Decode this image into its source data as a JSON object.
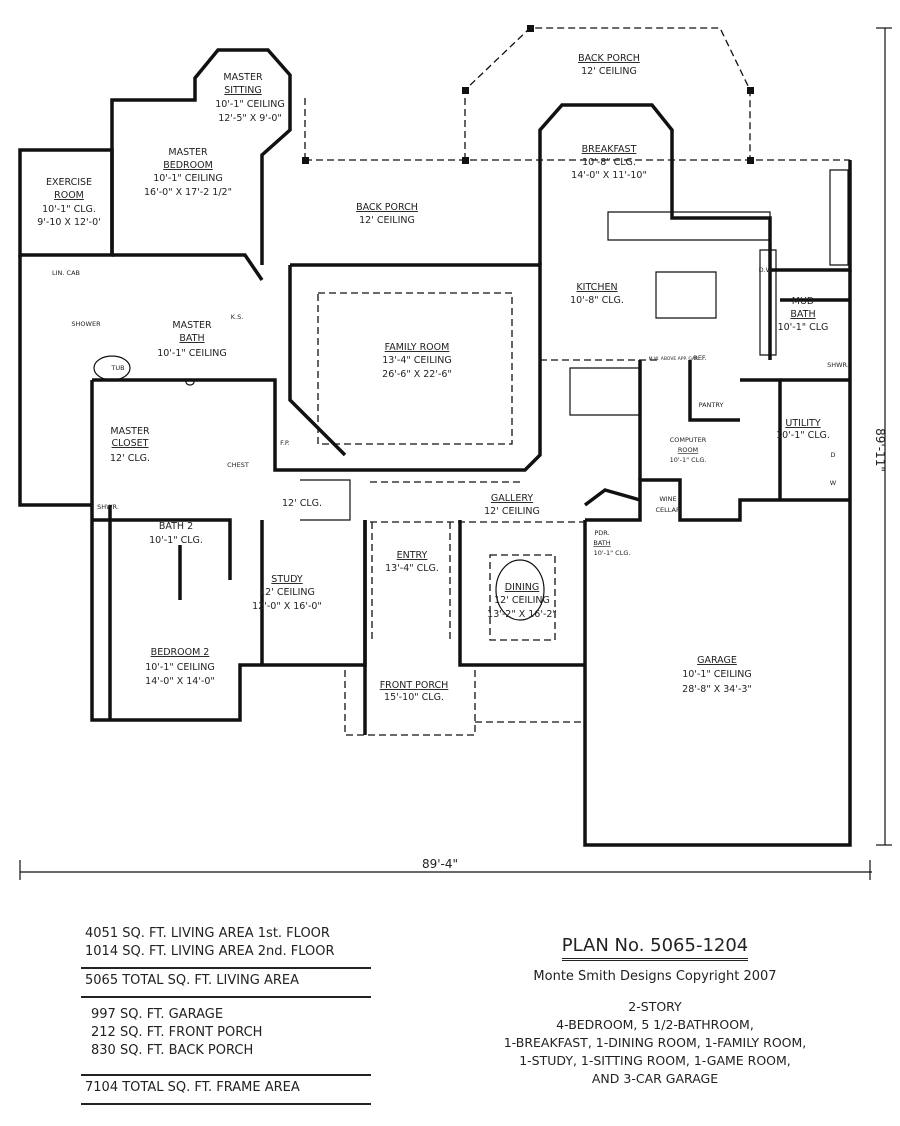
{
  "rooms": {
    "master_sitting": {
      "name_1": "MASTER",
      "name_2": "SITTING",
      "ceiling": "10'-1\" CEILING",
      "size": "12'-5\" X 9'-0\""
    },
    "master_bedroom": {
      "name_1": "MASTER",
      "name_2": "BEDROOM",
      "ceiling": "10'-1\" CEILING",
      "size": "16'-0\" X 17'-2 1/2\""
    },
    "exercise_room": {
      "name_1": "EXERCISE",
      "name_2": "ROOM",
      "ceiling": "10'-1\" CLG.",
      "size": "9'-10 X 12'-0'"
    },
    "back_porch_top": {
      "name": "BACK PORCH",
      "ceiling": "12' CEILING"
    },
    "back_porch_left": {
      "name": "BACK PORCH",
      "ceiling": "12' CEILING"
    },
    "breakfast": {
      "name": "BREAKFAST",
      "ceiling": "10'-8\" CLG.",
      "size": "14'-0\" X 11'-10\""
    },
    "kitchen": {
      "name": "KITCHEN",
      "ceiling": "10'-8\" CLG."
    },
    "mud_bath": {
      "name_1": "MUD",
      "name_2": "BATH",
      "ceiling": "10'-1\" CLG"
    },
    "family_room": {
      "name": "FAMILY ROOM",
      "ceiling": "13'-4\" CEILING",
      "size": "26'-6\" X 22'-6\""
    },
    "master_bath": {
      "name_1": "MASTER",
      "name_2": "BATH",
      "ceiling": "10'-1\" CEILING"
    },
    "master_closet": {
      "name_1": "MASTER",
      "name_2": "CLOSET",
      "ceiling": "12' CLG."
    },
    "pantry": {
      "name": "PANTRY"
    },
    "utility": {
      "name": "UTILITY",
      "ceiling": "10'-1\" CLG."
    },
    "computer_room": {
      "name_1": "COMPUTER",
      "name_2": "ROOM",
      "ceiling": "10'-1\" CLG."
    },
    "wine_cellar": {
      "name_1": "WINE",
      "name_2": "CELLAR"
    },
    "gallery": {
      "name": "GALLERY",
      "ceiling": "12' CEILING"
    },
    "hall": {
      "ceiling": "12' CLG."
    },
    "bath_2": {
      "name": "BATH 2",
      "ceiling": "10'-1\" CLG."
    },
    "pdr_bath": {
      "name_1": "PDR.",
      "name_2": "BATH",
      "ceiling": "10'-1\" CLG."
    },
    "entry": {
      "name": "ENTRY",
      "ceiling": "13'-4\" CLG."
    },
    "dining": {
      "name": "DINING",
      "ceiling": "12' CEILING",
      "size": "13'-2\" X 16'-2\""
    },
    "study": {
      "name": "STUDY",
      "ceiling": "12' CEILING",
      "size": "12'-0\" X 16'-0\""
    },
    "garage": {
      "name": "GARAGE",
      "ceiling": "10'-1\" CEILING",
      "size": "28'-8\" X 34'-3\""
    },
    "bedroom_2": {
      "name": "BEDROOM 2",
      "ceiling": "10'-1\" CEILING",
      "size": "14'-0\" X 14'-0\""
    },
    "front_porch": {
      "name": "FRONT PORCH",
      "ceiling": "15'-10\" CLG."
    }
  },
  "fixtures": {
    "lin_cab": "LIN. CAB",
    "shower": "SHOWER",
    "tub": "TUB",
    "ks": "K.S.",
    "fp": "F.P.",
    "chest": "CHEST",
    "shwr": "SHWR.",
    "ref": "REF.",
    "mw": "M.W. ABOVE APP. GAR.",
    "dw": "D.W.",
    "d": "D",
    "w": "W"
  },
  "dimensions": {
    "width": "89'-4\"",
    "depth": "89'-11\""
  },
  "stats": {
    "first_floor": "4051 SQ. FT. LIVING AREA 1st. FLOOR",
    "second_floor": "1014 SQ. FT. LIVING AREA 2nd. FLOOR",
    "total_living": "5065 TOTAL SQ. FT. LIVING AREA",
    "garage": "997 SQ. FT. GARAGE",
    "front_porch": "212 SQ. FT. FRONT PORCH",
    "back_porch": "830 SQ. FT. BACK PORCH",
    "total_frame": "7104 TOTAL SQ. FT. FRAME AREA"
  },
  "plan": {
    "number": "PLAN No. 5065-1204",
    "copyright": "Monte Smith Designs Copyright 2007",
    "desc": [
      "2-STORY",
      "4-BEDROOM, 5 1/2-BATHROOM,",
      "1-BREAKFAST, 1-DINING ROOM, 1-FAMILY ROOM,",
      "1-STUDY, 1-SITTING ROOM, 1-GAME ROOM,",
      "AND 3-CAR GARAGE"
    ]
  }
}
